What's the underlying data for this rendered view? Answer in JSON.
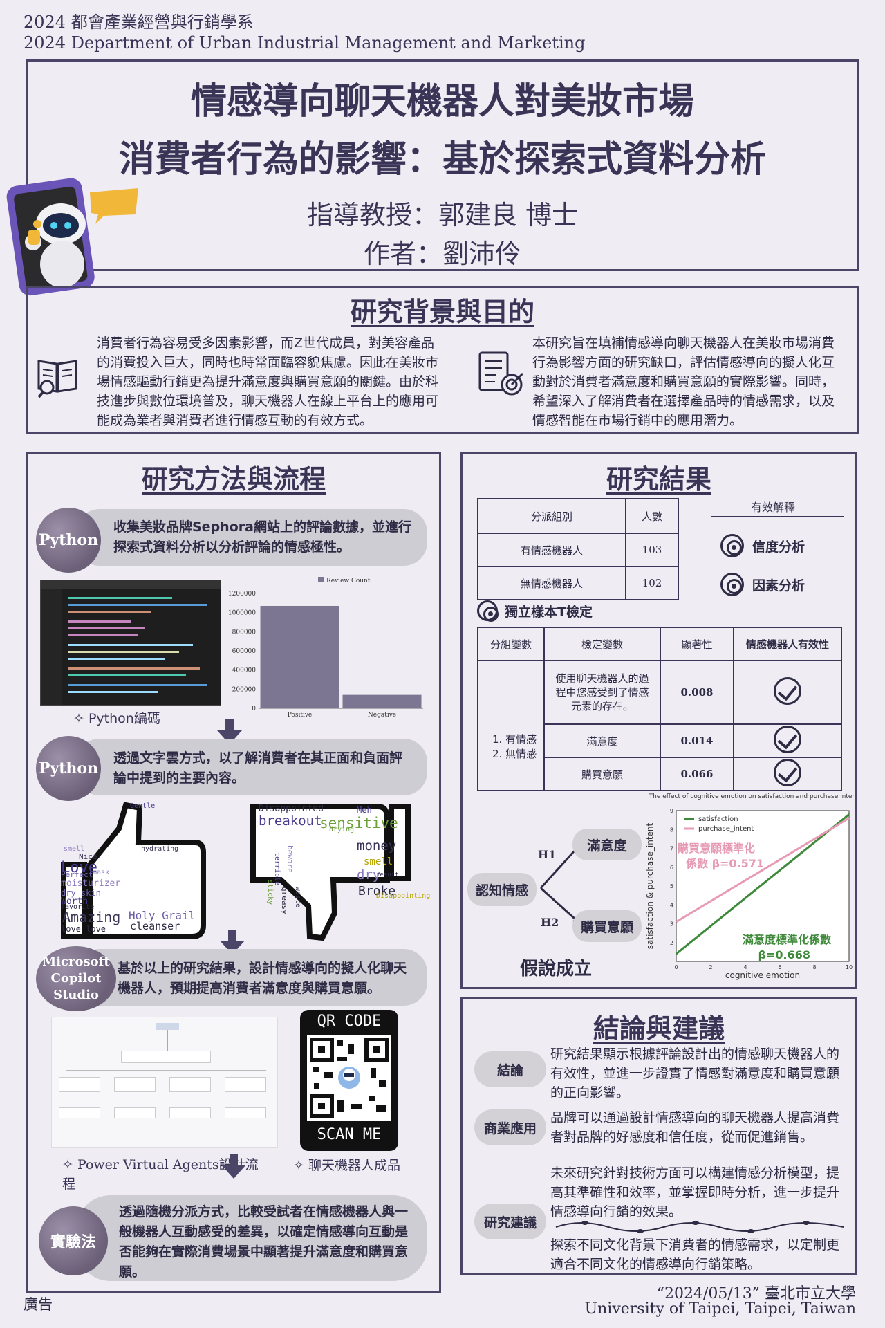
{
  "header": {
    "dept_zh": "2024 都會產業經營與行銷學系",
    "dept_en": "2024 Department of Urban Industrial Management and Marketing"
  },
  "title": {
    "line1": "情感導向聊天機器人對美妝市場",
    "line2": "消費者行為的影響：基於探索式資料分析",
    "advisor": "指導教授：郭建良 博士",
    "author": "作者：劉沛伶"
  },
  "background": {
    "heading": "研究背景與目的",
    "left": "消費者行為容易受多因素影響，而Z世代成員，對美容產品的消費投入巨大，同時也時常面臨容貌焦慮。因此在美妝市場情感驅動行銷更為提升滿意度與購買意願的關鍵。由於科技進步與數位環境普及，聊天機器人在線上平台上的應用可能成為業者與消費者進行情感互動的有效方式。",
    "right": "本研究旨在填補情感導向聊天機器人在美妝市場消費行為影響方面的研究缺口，評估情感導向的擬人化互動對於消費者滿意度和購買意願的實際影響。同時，希望深入了解消費者在選擇產品時的情感需求，以及情感智能在市場行銷中的應用潛力。"
  },
  "method": {
    "heading": "研究方法與流程",
    "step1": {
      "badge": "Python",
      "text": "收集美妝品牌Sephora網站上的評論數據，並進行探索式資料分析以分析評論的情感極性。"
    },
    "code_caption": "✧ Python編碼",
    "bar_chart": {
      "legend": "Review Count",
      "categories": [
        "Positive",
        "Negative"
      ],
      "values": [
        1070000,
        140000
      ],
      "ylim": [
        0,
        1200000
      ],
      "ticks": [
        "1200000",
        "1000000",
        "800000",
        "600000",
        "400000",
        "200000",
        "0"
      ]
    },
    "step2": {
      "badge": "Python",
      "text": "透過文字雲方式，以了解消費者在其正面和負面評論中提到的主要內容。"
    },
    "pos_words": [
      "Love",
      "Amazing",
      "Holy Grail",
      "cleanser",
      "moisturizer",
      "Worth",
      "Nice",
      "dry skin",
      "love love",
      "smell",
      "Gentle",
      "hydrating",
      "Perfect",
      "favorite",
      "mask"
    ],
    "neg_words": [
      "Disappointed",
      "breakout",
      "sensitive",
      "money",
      "smell",
      "dry",
      "Broke",
      "Meh",
      "drying",
      "result",
      "Disappointing",
      "beware",
      "greasy",
      "terrible",
      "sticky",
      "waste"
    ],
    "step3": {
      "badge": "Microsoft Copilot Studio",
      "text": "基於以上的研究結果，設計情感導向的擬人化聊天機器人，預期提高消費者滿意度與購買意願。"
    },
    "qr_top": "QR CODE",
    "qr_bottom": "SCAN ME",
    "pva_caption": "✧ Power Virtual Agents設計流程",
    "bot_caption": "✧ 聊天機器人成品",
    "step4": {
      "badge": "實驗法",
      "text": "透過隨機分派方式，比較受試者在情感機器人與一般機器人互動感受的差異，以確定情感導向互動是否能夠在實際消費場景中顯著提升滿意度和購買意願。"
    }
  },
  "results": {
    "heading": "研究結果",
    "group_table": {
      "headers": [
        "分派組別",
        "人數"
      ],
      "rows": [
        [
          "有情感機器人",
          "103"
        ],
        [
          "無情感機器人",
          "102"
        ]
      ]
    },
    "validity": {
      "title": "有效解釋",
      "items": [
        "信度分析",
        "因素分析"
      ]
    },
    "ttest_title": "獨立樣本T檢定",
    "ttest": {
      "headers": [
        "分組變數",
        "檢定變數",
        "顯著性",
        "情感機器人有效性"
      ],
      "group_var": "1. 有情感\n2. 無情感",
      "rows": [
        [
          "使用聊天機器人的過程中您感受到了情感元素的存在。",
          "0.008"
        ],
        [
          "滿意度",
          "0.014"
        ],
        [
          "購買意願",
          "0.066"
        ]
      ]
    },
    "hypothesis": {
      "root": "認知情感",
      "h1": "H1",
      "h2": "H2",
      "n1": "滿意度",
      "n2": "購買意願",
      "conclusion": "假說成立"
    },
    "chart_data": {
      "type": "line",
      "title": "The effect of cognitive emotion on satisfaction and purchase intention",
      "xlabel": "cognitive emotion",
      "ylabel": "satisfaction & purchase_intent",
      "xlim": [
        0,
        10
      ],
      "ylim": [
        1,
        9
      ],
      "xticks": [
        0,
        2,
        4,
        6,
        8,
        10
      ],
      "yticks": [
        2,
        3,
        4,
        5,
        6,
        7,
        8,
        9
      ],
      "series": [
        {
          "name": "satisfaction",
          "color": "#3e8a3a",
          "x": [
            0,
            10
          ],
          "y": [
            1.4,
            8.8
          ]
        },
        {
          "name": "purchase_intent",
          "color": "#e79ab4",
          "x": [
            0,
            10
          ],
          "y": [
            3.1,
            8.6
          ]
        }
      ],
      "annotations": {
        "pink": "購買意願標準化\n係數 β=0.571",
        "green": "滿意度標準化係數\nβ=0.668"
      }
    }
  },
  "conclusion": {
    "heading": "結論與建議",
    "items": [
      {
        "tag": "結論",
        "text": "研究結果顯示根據評論設計出的情感聊天機器人的有效性，並進一步證實了情感對滿意度和購買意願的正向影響。"
      },
      {
        "tag": "商業應用",
        "text": "品牌可以通過設計情感導向的聊天機器人提高消費者對品牌的好感度和信任度，從而促進銷售。"
      },
      {
        "tag": "研究建議",
        "text": "未來研究針對技術方面可以構建情感分析模型，提高其準確性和效率，並掌握即時分析，進一步提升情感導向行銷的效果。",
        "text2": "探索不同文化背景下消費者的情感需求，以定制更適合不同文化的情感導向行銷策略。"
      }
    ]
  },
  "footer": {
    "ad": "廣告",
    "date": "“2024/05/13” 臺北市立大學",
    "univ": "University of Taipei, Taipei, Taiwan"
  },
  "colors": {
    "frame": "#4b4568",
    "background": "#efedf3",
    "pill": "#cfcdd4",
    "badge": "#7a6e87"
  }
}
